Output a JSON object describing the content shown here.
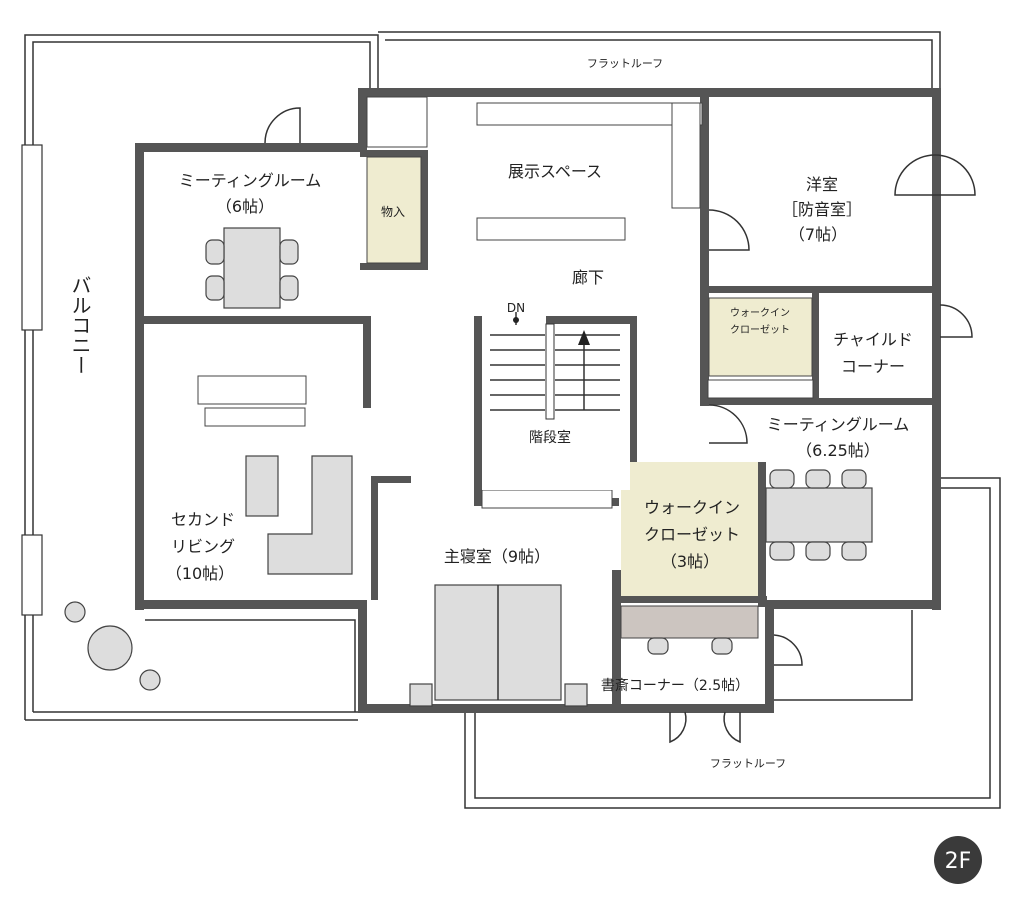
{
  "floor_label": "2F",
  "rooms": {
    "flat_roof_top": "フラットルーフ",
    "flat_roof_bottom": "フラットルーフ",
    "balcony": "バルコニー",
    "meeting_room_1": {
      "name": "ミーティングルーム",
      "size": "（6帖）"
    },
    "storage": "物入",
    "exhibition": "展示スペース",
    "corridor": "廊下",
    "stair_dn": "DN",
    "stairwell": "階段室",
    "western_room": {
      "name": "洋室",
      "sub": "［防音室］",
      "size": "（7帖）"
    },
    "walkin_small": {
      "line1": "ウォークイン",
      "line2": "クローゼット"
    },
    "child_corner": {
      "line1": "チャイルド",
      "line2": "コーナー"
    },
    "meeting_room_2": {
      "name": "ミーティングルーム",
      "size": "（6.25帖）"
    },
    "walkin_large": {
      "line1": "ウォークイン",
      "line2": "クローゼット",
      "size": "（3帖）"
    },
    "second_living": {
      "line1": "セカンド",
      "line2": "リビング",
      "size": "（10帖）"
    },
    "master_bedroom": "主寝室（9帖）",
    "study_corner": "書斎コーナー（2.5帖）"
  },
  "colors": {
    "wall": "#555555",
    "closet": "#efecd0",
    "furniture": "#dddddd"
  }
}
